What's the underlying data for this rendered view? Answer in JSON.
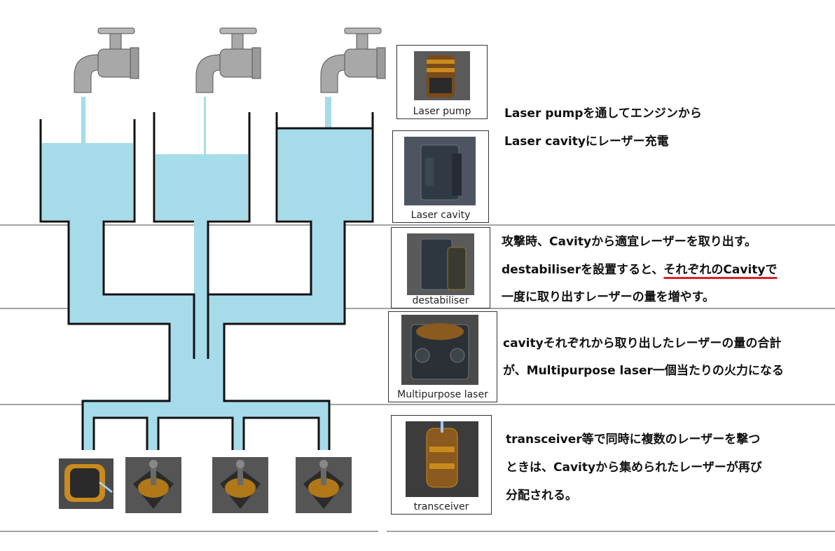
{
  "components": {
    "laser_pump": "Laser pump",
    "laser_cavity": "Laser cavity",
    "destabiliser": "destabiliser",
    "multipurpose_laser": "Multipurpose laser",
    "transceiver": "transceiver"
  },
  "notes": {
    "charge_line1": "Laser pumpを通してエンジンから",
    "charge_line2": "Laser cavityにレーザー充電",
    "extract_line1": "攻撃時、Cavityから適宜レーザーを取り出す。",
    "extract_line2_pre": "destabiliserを設置すると、",
    "extract_line2_emph": "それぞれのCavityで",
    "extract_line3": "一度に取り出すレーザーの量を増やす。",
    "sum_line1": "cavityそれぞれから取り出したレーザーの量の合計",
    "sum_line2": "が、Multipurpose laser一個当たりの火力になる",
    "dist_line1": "transceiver等で同時に複数のレーザーを撃つ",
    "dist_line2": "ときは、Cavityから集められたレーザーが再び",
    "dist_line3": "分配される。"
  },
  "colors": {
    "water": "#a6dcea",
    "pipe_outline": "#111111",
    "faucet": "#a8a8a8",
    "emphasis_underline": "#e0202a"
  }
}
